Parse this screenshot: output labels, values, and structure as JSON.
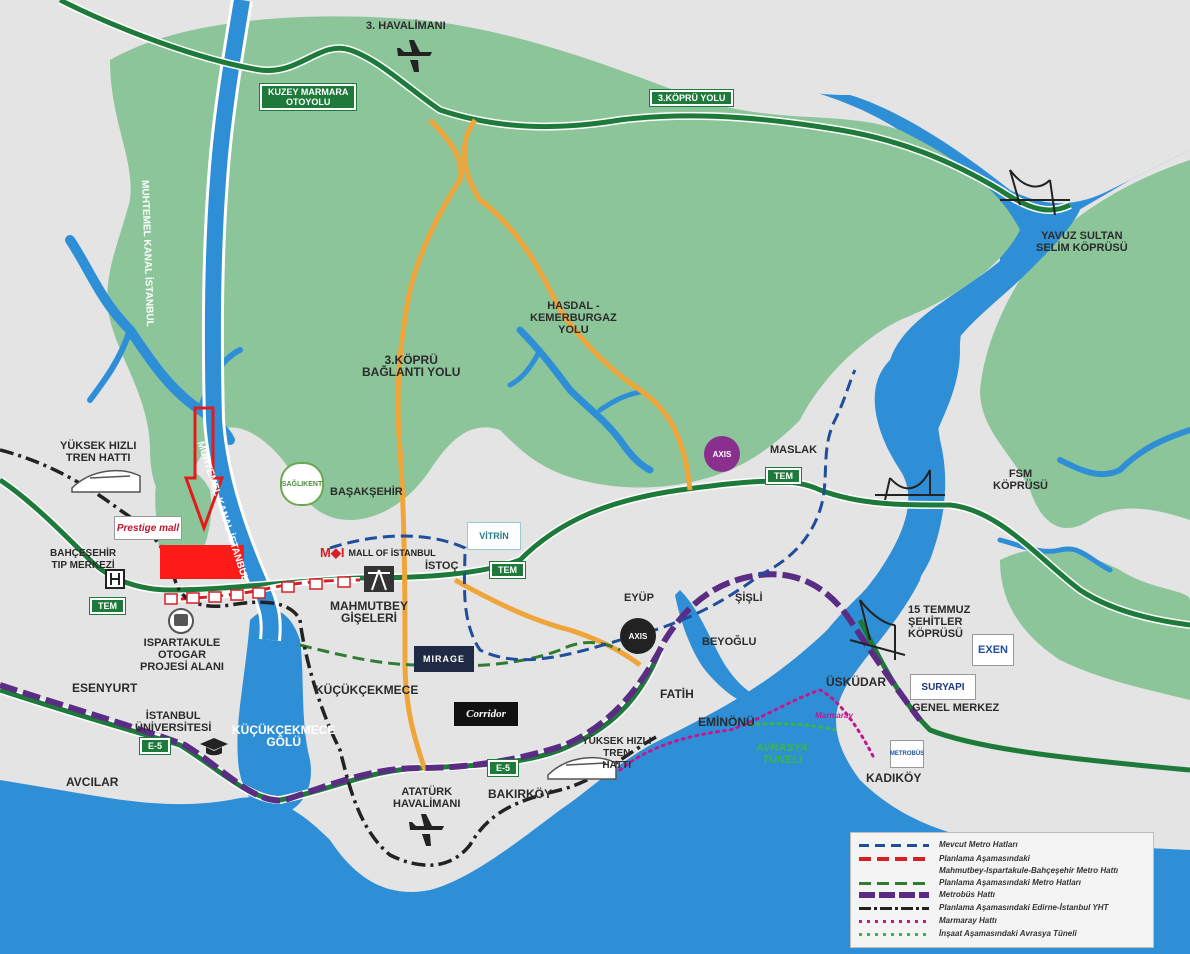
{
  "labels": {
    "airport3": "3. HAVALİMANI",
    "kuzey_line1": "KUZEY MARMARA",
    "kuzey_line2": "OTOYOLU",
    "kopru3": "3.KÖPRÜ YOLU",
    "yavuz_line1": "YAVUZ SULTAN",
    "yavuz_line2": "SELİM KÖPRÜSÜ",
    "hasdal_line1": "HASDAL -",
    "hasdal_line2": "KEMERBURGAZ",
    "hasdal_line3": "YOLU",
    "baglanti_line1": "3.KÖPRÜ",
    "baglanti_line2": "BAĞLANTI YOLU",
    "kanal_upper": "MUHTEMEL KANAL İSTANBUL",
    "kanal_lower": "MUHTEMEL KANAL İSTANBUL",
    "maslak": "MASLAK",
    "tem1": "TEM",
    "tem2": "TEM",
    "tem3": "TEM",
    "fsm_line1": "FSM",
    "fsm_line2": "KÖPRÜSÜ",
    "yht_line1": "YÜKSEK HIZLI",
    "yht_line2": "TREN HATTI",
    "basaksehir": "BAŞAKŞEHİR",
    "bahcesehir_line1": "BAHÇEŞEHİR",
    "bahcesehir_line2": "TIP MERKEZİ",
    "istoc": "İSTOÇ",
    "mahmutbey_line1": "MAHMUTBEY",
    "mahmutbey_line2": "GİŞELERİ",
    "eyup": "EYÜP",
    "sisli": "ŞİŞLİ",
    "beyoglu": "BEYOĞLU",
    "temmuz_line1": "15 TEMMUZ",
    "temmuz_line2": "ŞEHİTLER",
    "temmuz_line3": "KÖPRÜSÜ",
    "otogar_line1": "ISPARTAKULE",
    "otogar_line2": "OTOGAR",
    "otogar_line3": "PROJESİ ALANI",
    "esenyurt": "ESENYURT",
    "kucukcekmece": "KÜÇÜKÇEKMECE",
    "fatih": "FATİH",
    "uskudar": "ÜSKÜDAR",
    "genel_merkez": "GENEL MERKEZ",
    "universite_line1": "İSTANBUL",
    "universite_line2": "ÜNİVERSİTESİ",
    "golu_line1": "KÜÇÜKÇEKMECE",
    "golu_line2": "GÖLÜ",
    "e5_1": "E-5",
    "e5_2": "E-5",
    "eminonu": "EMİNÖNÜ",
    "yht2_line1": "YÜKSEK HIZLI",
    "yht2_line2": "TREN",
    "yht2_line3": "HATTI",
    "avrasya_line1": "AVRASYA",
    "avrasya_line2": "TÜNELİ",
    "avcilar": "AVCILAR",
    "bakirkoy": "BAKIRKÖY",
    "ataturk_line1": "ATATÜRK",
    "ataturk_line2": "HAVALİMANI",
    "kadikoy": "KADIKÖY"
  },
  "brands": {
    "prestige": "Prestige mall",
    "saglikent": "SAĞLIKENT",
    "moi": "MALL OF İSTANBUL",
    "vitrin": "VİTRİN",
    "axis": "AXIS",
    "axis2": "AXIS",
    "mirage": "MIRAGE",
    "corridor": "Corridor",
    "exen": "EXEN",
    "suryapi": "SURYAPI",
    "marmaray": "Marmaray",
    "metrobus": "METROBÜS"
  },
  "legend": {
    "items": [
      {
        "label": "Mevcut Metro Hatları",
        "color": "#1f4e9c",
        "style": "dashed"
      },
      {
        "label": "Planlama Aşamasındaki",
        "color": "#d61f26",
        "style": "dashed"
      },
      {
        "label": "Mahmutbey-Ispartakule-Bahçeşehir Metro Hattı",
        "color": "",
        "style": "none"
      },
      {
        "label": "Planlama Aşamasındaki Metro Hatları",
        "color": "#2f7d32",
        "style": "dashed"
      },
      {
        "label": "Metrobüs Hattı",
        "color": "#5b2c83",
        "style": "dashed-thick"
      },
      {
        "label": "Planlama Aşamasındaki Edirne-İstanbul YHT",
        "color": "#222222",
        "style": "dashdot"
      },
      {
        "label": "Marmaray Hattı",
        "color": "#c2188f",
        "style": "dotted"
      },
      {
        "label": "İnşaat Aşamasındaki Avrasya Tüneli",
        "color": "#3bb54a",
        "style": "dotted"
      }
    ]
  },
  "colors": {
    "sea": "#2f8fd6",
    "forest": "#8cc599",
    "urban": "#e7e7e7",
    "highway": "#1e7a3a",
    "orange_road": "#f0a53b",
    "canal": "#2f8fd6",
    "site_marker": "#ff1a1a"
  }
}
